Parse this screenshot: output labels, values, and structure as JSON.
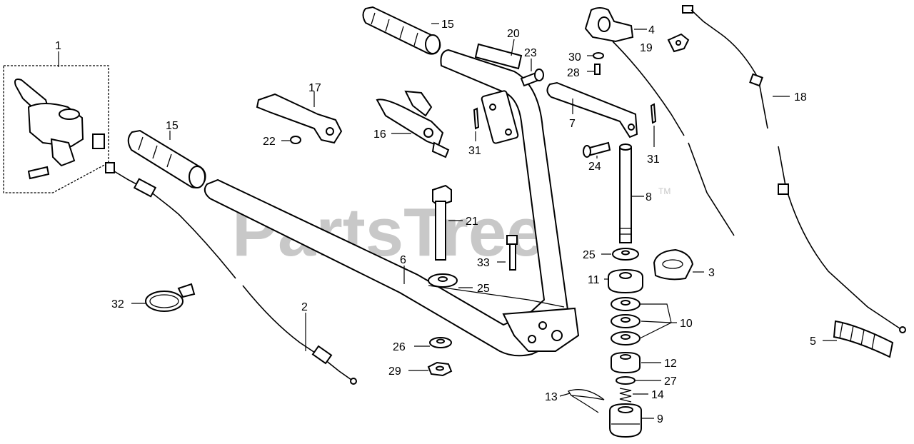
{
  "watermark": {
    "text": "PartsTree",
    "trademark": "TM"
  },
  "callouts": [
    {
      "id": "c1",
      "text": "1"
    },
    {
      "id": "c2",
      "text": "2"
    },
    {
      "id": "c3",
      "text": "3"
    },
    {
      "id": "c4",
      "text": "4"
    },
    {
      "id": "c5",
      "text": "5"
    },
    {
      "id": "c6",
      "text": "6"
    },
    {
      "id": "c7",
      "text": "7"
    },
    {
      "id": "c8",
      "text": "8"
    },
    {
      "id": "c9",
      "text": "9"
    },
    {
      "id": "c10",
      "text": "10"
    },
    {
      "id": "c11",
      "text": "11"
    },
    {
      "id": "c12",
      "text": "12"
    },
    {
      "id": "c13",
      "text": "13"
    },
    {
      "id": "c14",
      "text": "14"
    },
    {
      "id": "c15a",
      "text": "15"
    },
    {
      "id": "c15b",
      "text": "15"
    },
    {
      "id": "c16",
      "text": "16"
    },
    {
      "id": "c17",
      "text": "17"
    },
    {
      "id": "c18",
      "text": "18"
    },
    {
      "id": "c19",
      "text": "19"
    },
    {
      "id": "c20",
      "text": "20"
    },
    {
      "id": "c21",
      "text": "21"
    },
    {
      "id": "c22",
      "text": "22"
    },
    {
      "id": "c23",
      "text": "23"
    },
    {
      "id": "c24",
      "text": "24"
    },
    {
      "id": "c25a",
      "text": "25"
    },
    {
      "id": "c25b",
      "text": "25"
    },
    {
      "id": "c26",
      "text": "26"
    },
    {
      "id": "c27",
      "text": "27"
    },
    {
      "id": "c28",
      "text": "28"
    },
    {
      "id": "c29",
      "text": "29"
    },
    {
      "id": "c30",
      "text": "30"
    },
    {
      "id": "c31a",
      "text": "31"
    },
    {
      "id": "c31b",
      "text": "31"
    },
    {
      "id": "c32",
      "text": "32"
    },
    {
      "id": "c33",
      "text": "33"
    }
  ]
}
